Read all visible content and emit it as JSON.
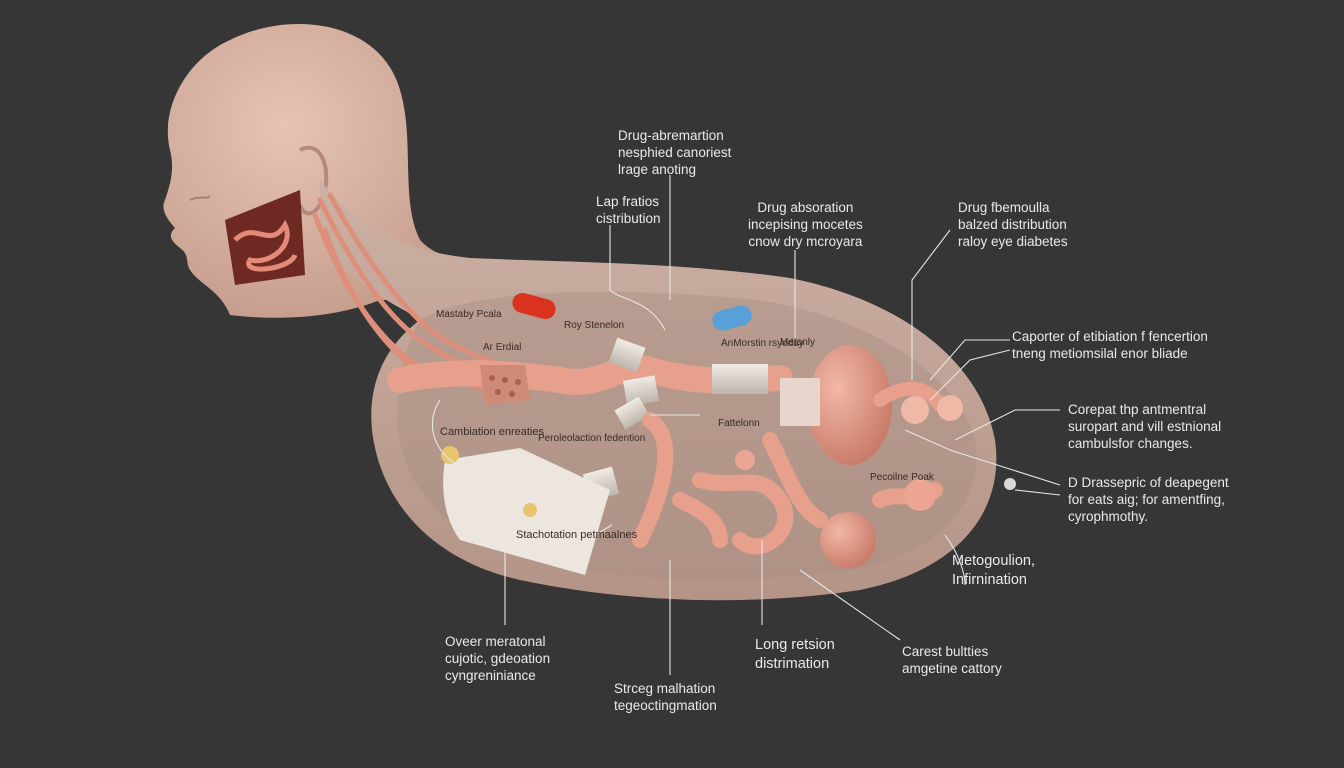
{
  "colors": {
    "background": "#363636",
    "skin": "#d8b3a3",
    "body_fill": "#c2a69a",
    "tissue": "#e19a86",
    "label_text": "#e9e9e9",
    "leader_line": "#e6e6e6",
    "red_pill": "#d9321f",
    "blue_pill": "#5aa0d8"
  },
  "icons": [
    "human-head-icon",
    "red-capsule-icon",
    "blue-capsule-icon",
    "intestine-icon",
    "organ-icon"
  ],
  "callouts": {
    "top_center": [
      "Drug-abremartion",
      "nesphied canoriest",
      "lrage anoting"
    ],
    "left_upper": [
      "Lap fratios",
      "cistribution"
    ],
    "center_upper": [
      "Drug absoration",
      "incepising mocetes",
      "cnow dry mcroyara"
    ],
    "right_upper": [
      "Drug fbemoulla",
      "balzed distribution",
      "raloy eye diabetes"
    ],
    "right_1": [
      "Caporter of etibiation f fencertion",
      "tneng metiomsilal enor bliade"
    ],
    "right_2": [
      "Corepat thp antmentral",
      "suropart and vill estnional",
      "cambulsfor changes."
    ],
    "right_3": [
      "D Drassepric of deapegent",
      "for eats aig; for amentfing,",
      "cyrophmothy."
    ],
    "right_4": [
      "Metogoulion,",
      "Infirnination"
    ],
    "bottom_right": [
      "Carest bultties",
      "amgetine cattory"
    ],
    "bottom_mid": [
      "Long retsion",
      "distrimation"
    ],
    "bottom_center": [
      "Strceg malhation",
      "tegeoctingmation"
    ],
    "bottom_left": [
      "Oveer meratonal",
      "cujotic, gdeoation",
      "cyngreniniance"
    ]
  },
  "inner_labels": {
    "mastaby": [
      "Mastaby",
      "Pcala"
    ],
    "roy": "Roy Stenelon",
    "ar_erdial": [
      "Ar",
      "Erdial"
    ],
    "anmorstin": [
      "AnMorstin",
      "rsyoday"
    ],
    "metonly": "Metonly",
    "cambiation": [
      "Cambiation",
      "enreaties"
    ],
    "pericol": [
      "Peroleolaction",
      "fedention"
    ],
    "fattelonn": "Fattelonn",
    "stachotation": [
      "Stachotation",
      "petmaalnes"
    ],
    "pecoilne": [
      "Pecoilne",
      "Poak"
    ]
  }
}
